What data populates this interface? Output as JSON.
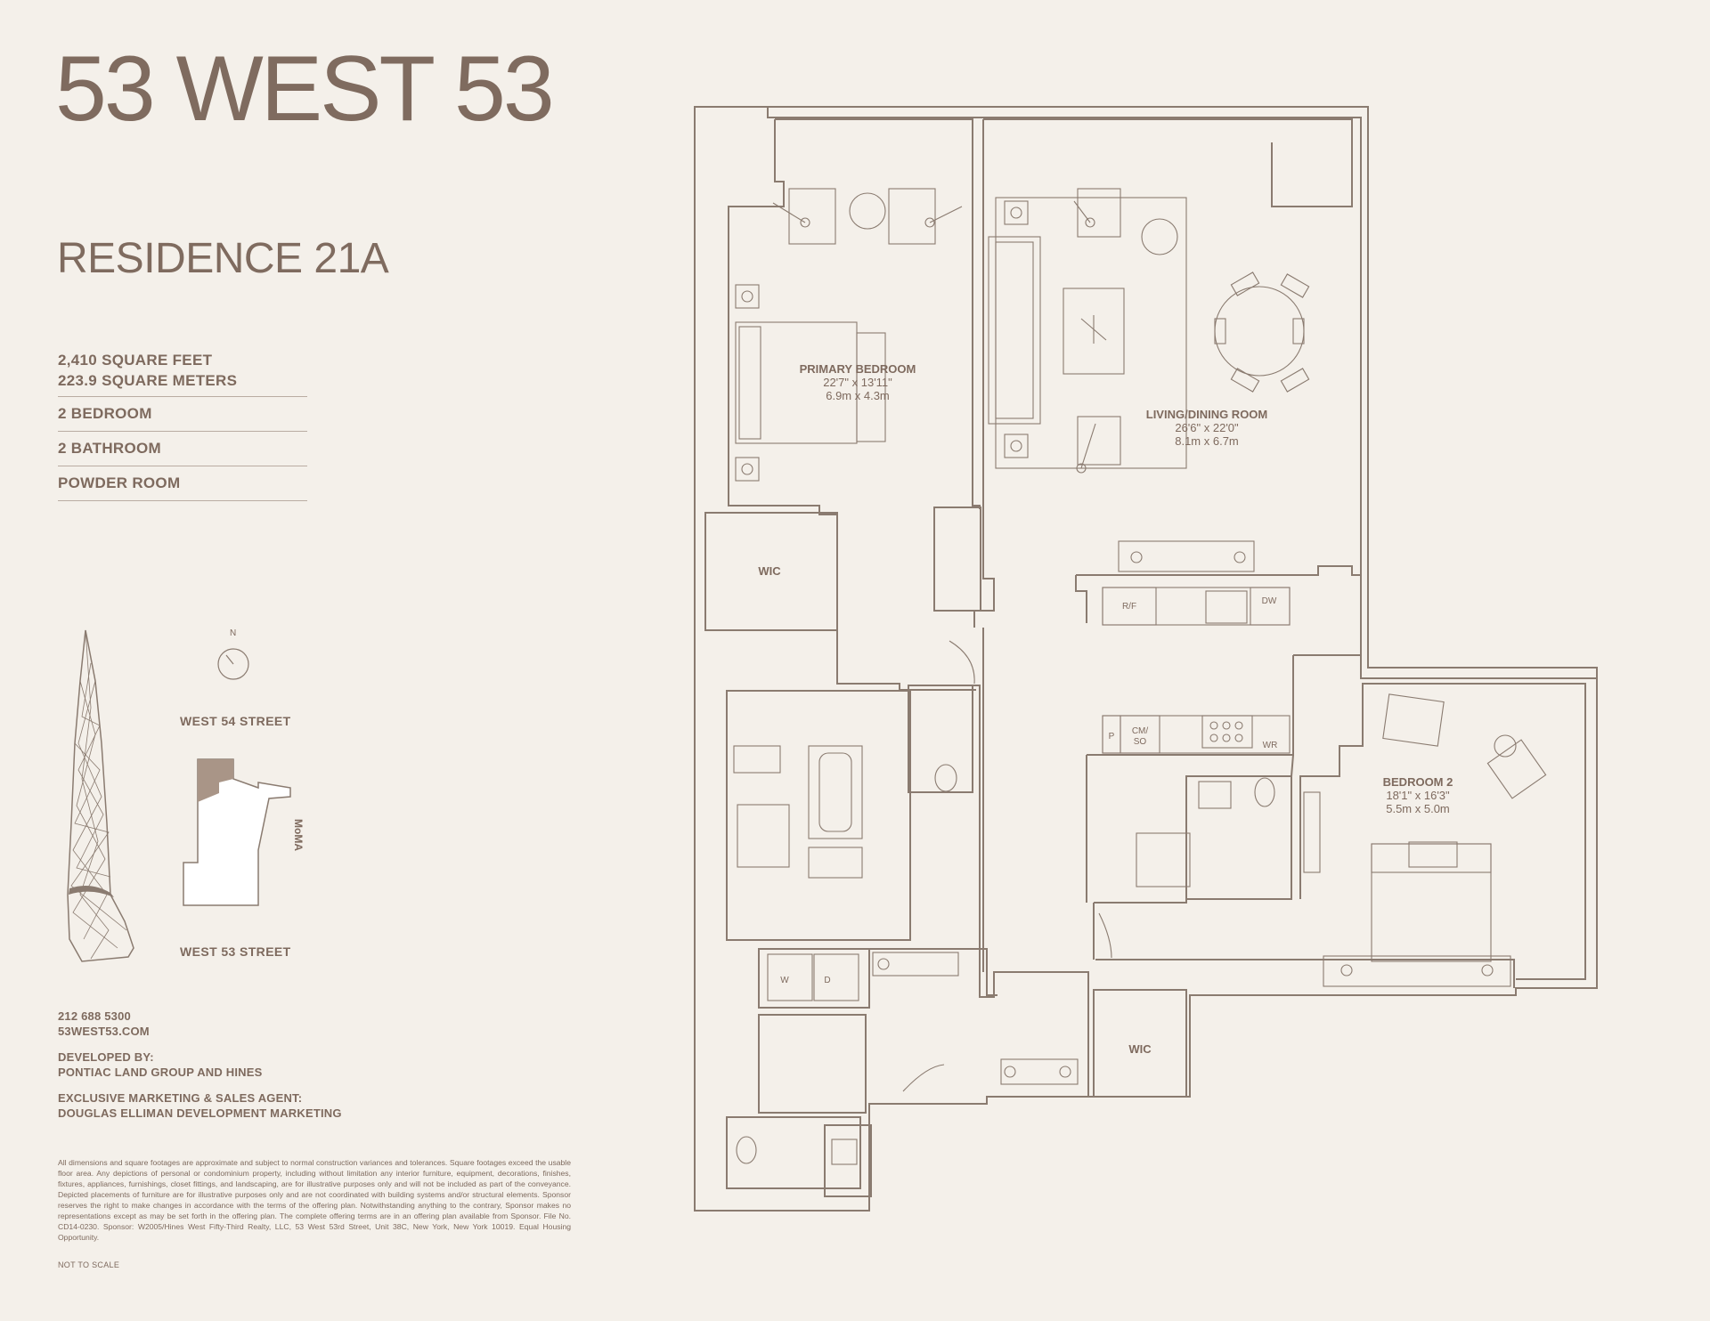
{
  "title": "53 WEST 53",
  "residence": "RESIDENCE 21A",
  "specs": {
    "sqft": "2,410 SQUARE FEET",
    "sqm": "223.9 SQUARE METERS",
    "bedrooms": "2 BEDROOM",
    "bathrooms": "2 BATHROOM",
    "powder": "POWDER ROOM"
  },
  "site": {
    "north": "N",
    "street_top": "WEST 54 STREET",
    "street_bottom": "WEST 53 STREET",
    "moma": "MoMA"
  },
  "contact": {
    "phone": "212 688 5300",
    "website": "53WEST53.COM",
    "developed_label": "DEVELOPED BY:",
    "developer": "PONTIAC LAND GROUP AND HINES",
    "agent_label": "EXCLUSIVE MARKETING & SALES AGENT:",
    "agent": "DOUGLAS ELLIMAN DEVELOPMENT MARKETING"
  },
  "disclaimer": "All dimensions and square footages are approximate and subject to normal construction variances and tolerances. Square footages exceed the usable floor area. Any depictions of personal or condominium property, including without limitation any interior furniture, equipment, decorations, finishes, fixtures, appliances, furnishings, closet fittings, and landscaping, are for illustrative purposes only and will not be included as part of the conveyance. Depicted placements of furniture are for illustrative purposes only and are not coordinated with building systems and/or structural elements. Sponsor reserves the right to make changes in accordance with the terms of the offering plan. Notwithstanding anything to the contrary, Sponsor makes no representations except as may be set forth in the offering plan. The complete offering terms are in an offering plan available from Sponsor. File No. CD14-0230. Sponsor: W2005/Hines West Fifty-Third Realty, LLC, 53 West 53rd Street, Unit 38C, New York, New York 10019. Equal Housing Opportunity.",
  "not_to_scale": "NOT TO SCALE",
  "rooms": {
    "primary": {
      "name": "PRIMARY BEDROOM",
      "dim_ft": "22'7\" x 13'11\"",
      "dim_m": "6.9m x 4.3m"
    },
    "living": {
      "name": "LIVING/DINING ROOM",
      "dim_ft": "26'6\" x 22'0\"",
      "dim_m": "8.1m x 6.7m"
    },
    "bedroom2": {
      "name": "BEDROOM 2",
      "dim_ft": "18'1\" x 16'3\"",
      "dim_m": "5.5m x 5.0m"
    },
    "wic_left": "WIC",
    "wic_right": "WIC"
  },
  "appliances": {
    "rf": "R/F",
    "dw": "DW",
    "p": "P",
    "cm": "CM/",
    "so": "SO",
    "wr": "WR",
    "w": "W",
    "d": "D"
  },
  "colors": {
    "background": "#f4f0ea",
    "text": "#7e6a5e",
    "line": "#8a7b70",
    "tower_fill": "#a99587"
  }
}
